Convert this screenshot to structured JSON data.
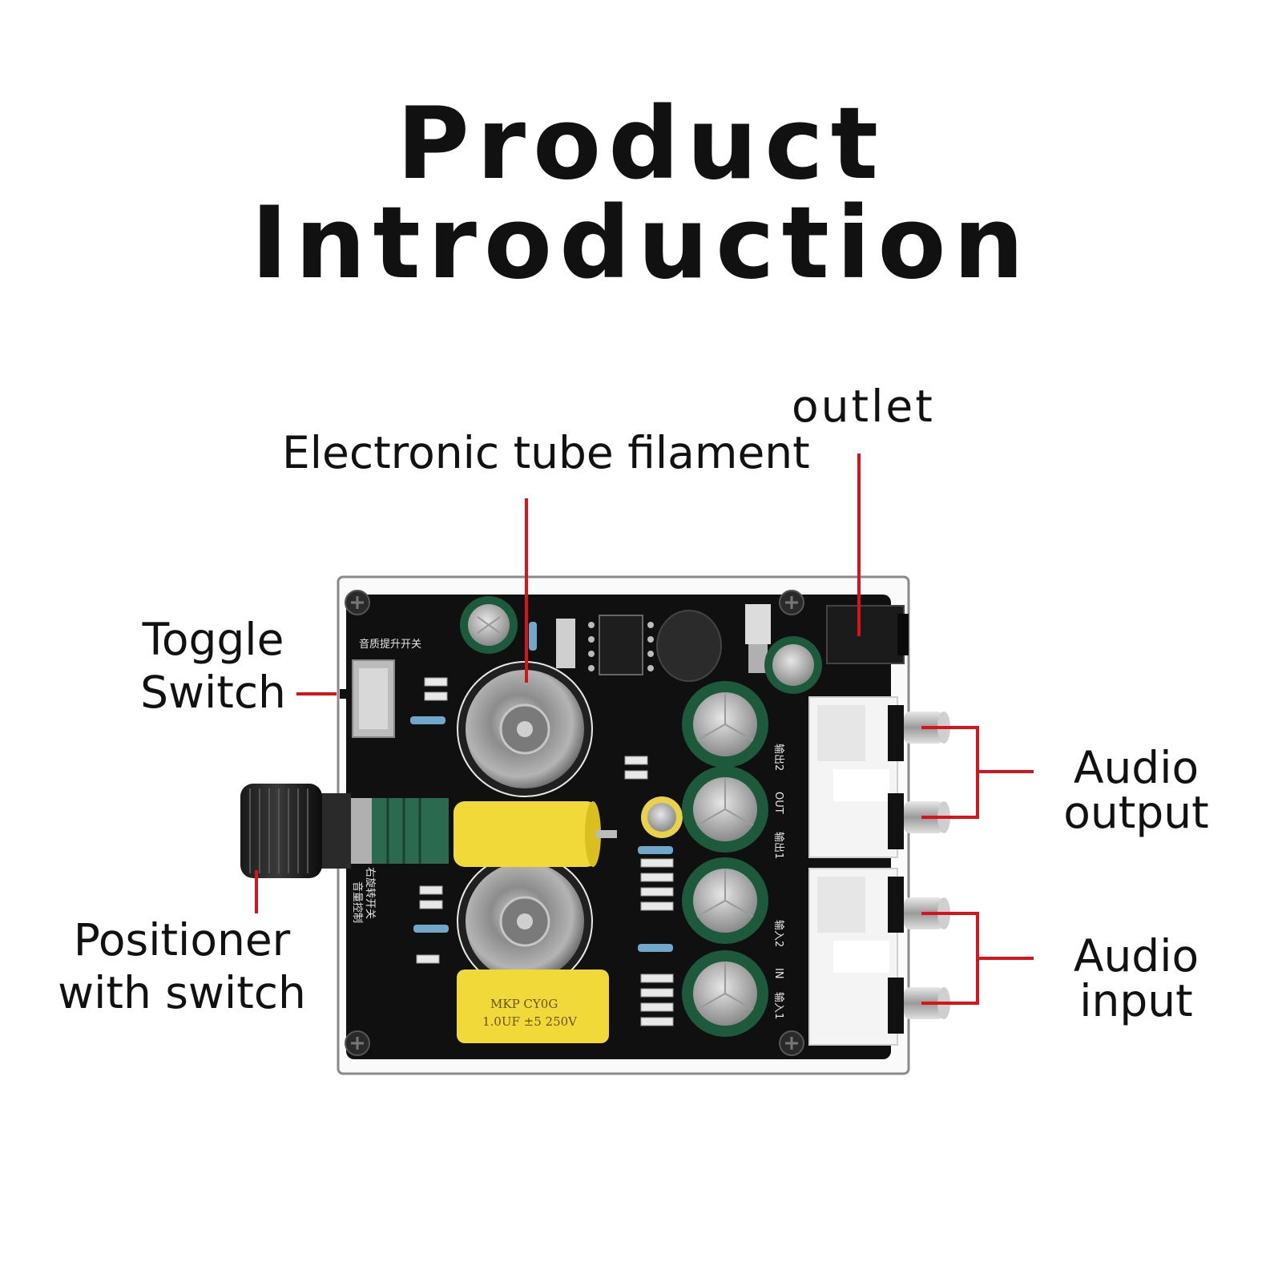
{
  "title": "Product Introduction",
  "labels": {
    "filament": "Electronic tube filament",
    "outlet": "outlet",
    "toggle": [
      "Toggle",
      "Switch"
    ],
    "positioner": [
      "Positioner",
      "with switch"
    ],
    "audio_output": [
      "Audio",
      "output"
    ],
    "audio_input": [
      "Audio",
      "input"
    ]
  },
  "board_text": {
    "sound_switch": "音质提升开关",
    "rotate_switch": "右旋转开关",
    "volume_control": "音量控制",
    "out2": "输出2",
    "out": "OUT",
    "out1": "输出1",
    "in2": "输入2",
    "in": "IN",
    "in1": "输入1",
    "cap_label_1": "MKP CY0G",
    "cap_label_2": "1.0UF ±5 250V"
  },
  "colors": {
    "callout_line": "#d6141c",
    "pcb": "#101010",
    "capacitor_green": "#1d5a3c",
    "film_cap_yellow": "#f2d93a"
  }
}
